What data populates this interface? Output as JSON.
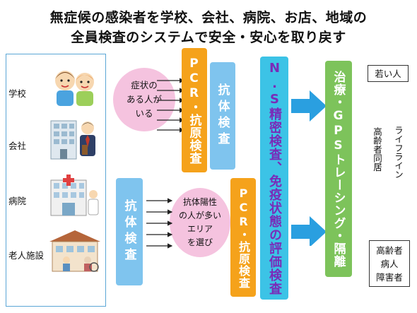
{
  "title": {
    "line1": "無症候の感染者を学校、会社、病院、お店、地域の",
    "line2": "全員検査のシステムで安全・安心を取り戻す"
  },
  "facilities": [
    {
      "label": "学校",
      "icon": "children-icon"
    },
    {
      "label": "会社",
      "icon": "office-worker-icon"
    },
    {
      "label": "病院",
      "icon": "hospital-icon"
    },
    {
      "label": "老人施設",
      "icon": "nursing-home-icon"
    }
  ],
  "symptom_bubble": "症状の\nある人が\nいる",
  "antibody_area_bubble": "抗体陽性\nの人が多い\nエリア\nを選び",
  "boxes": {
    "pcr_antigen_top": "PCR・抗原検査",
    "antibody_top": "抗体検査",
    "antibody_bottom": "抗体検査",
    "pcr_antigen_bottom": "PCR・抗原検査",
    "ns_test": "N.S精密検査、免疫状態の評価検査",
    "treatment": "治療・GPSトレーシング・隔離"
  },
  "outcomes": {
    "young": "若い人",
    "elderly_cohabit": "高齢者同居",
    "lifeline": "ライフライン",
    "vulnerable": "高齢者\n病人\n障害者"
  },
  "colors": {
    "orange": "#f5a21b",
    "light_blue": "#7fc4ee",
    "cyan": "#3cc3e6",
    "green": "#7dc35b",
    "pink": "#f5c3df",
    "arrow_blue": "#2a9fe0"
  }
}
